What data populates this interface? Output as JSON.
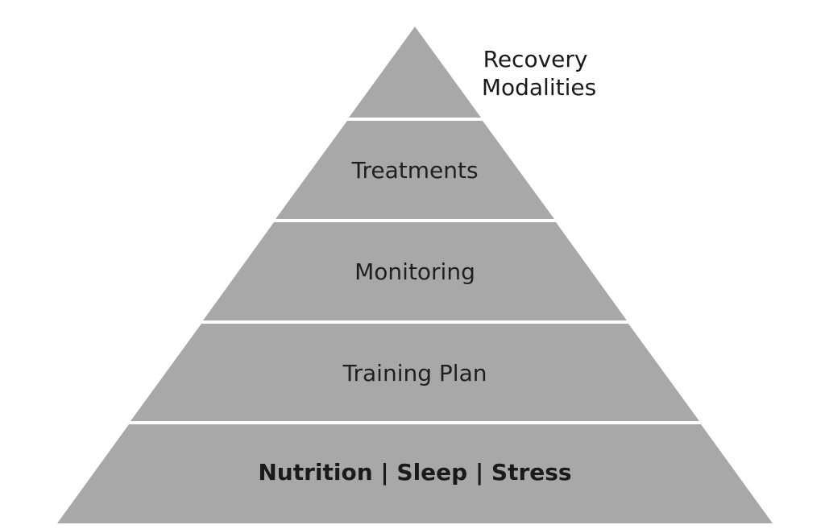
{
  "diagram": {
    "type": "pyramid",
    "fill_color": "#a8a8a8",
    "separator_color": "#ffffff",
    "top_label": {
      "line1": "Recovery",
      "line2": "Modalities"
    },
    "tiers": [
      {
        "label": "Treatments"
      },
      {
        "label": "Monitoring"
      },
      {
        "label": "Training Plan"
      },
      {
        "label": "Nutrition | Sleep | Stress",
        "bold": true
      }
    ]
  }
}
